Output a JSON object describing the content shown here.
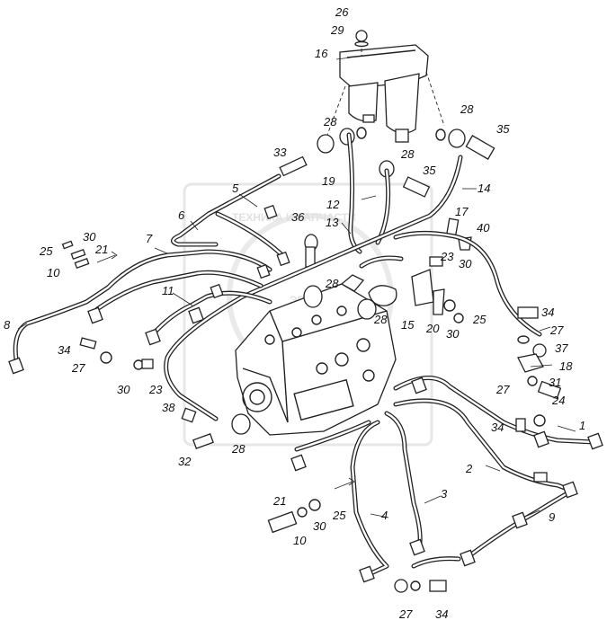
{
  "diagram": {
    "callouts": [
      {
        "id": "c26a",
        "text": "26"
      },
      {
        "id": "c29a",
        "text": "29"
      },
      {
        "id": "c16a",
        "text": "16"
      },
      {
        "id": "c28a",
        "text": "28"
      },
      {
        "id": "c28b",
        "text": "28"
      },
      {
        "id": "c35a",
        "text": "35"
      },
      {
        "id": "c33a",
        "text": "33"
      },
      {
        "id": "c28c",
        "text": "28"
      },
      {
        "id": "c19a",
        "text": "19"
      },
      {
        "id": "c35b",
        "text": "35"
      },
      {
        "id": "c5a",
        "text": "5"
      },
      {
        "id": "c12a",
        "text": "12"
      },
      {
        "id": "c14a",
        "text": "14"
      },
      {
        "id": "c6a",
        "text": "6"
      },
      {
        "id": "c36a",
        "text": "36"
      },
      {
        "id": "c13a",
        "text": "13"
      },
      {
        "id": "c17a",
        "text": "17"
      },
      {
        "id": "c40a",
        "text": "40"
      },
      {
        "id": "c30a",
        "text": "30"
      },
      {
        "id": "c7a",
        "text": "7"
      },
      {
        "id": "c25a",
        "text": "25"
      },
      {
        "id": "c21a",
        "text": "21"
      },
      {
        "id": "c10a",
        "text": "10"
      },
      {
        "id": "c23a",
        "text": "23"
      },
      {
        "id": "c30b",
        "text": "30"
      },
      {
        "id": "c11a",
        "text": "11"
      },
      {
        "id": "c28d",
        "text": "28"
      },
      {
        "id": "c28e",
        "text": "28"
      },
      {
        "id": "c15a",
        "text": "15"
      },
      {
        "id": "c20a",
        "text": "20"
      },
      {
        "id": "c30c",
        "text": "30"
      },
      {
        "id": "c25b",
        "text": "25"
      },
      {
        "id": "c34a",
        "text": "34"
      },
      {
        "id": "c27a",
        "text": "27"
      },
      {
        "id": "c8a",
        "text": "8"
      },
      {
        "id": "c37a",
        "text": "37"
      },
      {
        "id": "c18a",
        "text": "18"
      },
      {
        "id": "c34b",
        "text": "34"
      },
      {
        "id": "c27b",
        "text": "27"
      },
      {
        "id": "c30d",
        "text": "30"
      },
      {
        "id": "c23b",
        "text": "23"
      },
      {
        "id": "c31a",
        "text": "31"
      },
      {
        "id": "c27c",
        "text": "27"
      },
      {
        "id": "c24a",
        "text": "24"
      },
      {
        "id": "c38a",
        "text": "38"
      },
      {
        "id": "c1a",
        "text": "1"
      },
      {
        "id": "c34c",
        "text": "34"
      },
      {
        "id": "c32a",
        "text": "32"
      },
      {
        "id": "c28f",
        "text": "28"
      },
      {
        "id": "c2a",
        "text": "2"
      },
      {
        "id": "c3a",
        "text": "3"
      },
      {
        "id": "c9a",
        "text": "9"
      },
      {
        "id": "c21b",
        "text": "21"
      },
      {
        "id": "c4a",
        "text": "4"
      },
      {
        "id": "c25c",
        "text": "25"
      },
      {
        "id": "c30e",
        "text": "30"
      },
      {
        "id": "c10b",
        "text": "10"
      },
      {
        "id": "c27d",
        "text": "27"
      },
      {
        "id": "c34d",
        "text": "34"
      }
    ],
    "watermark": {
      "line1": "ТЕХНИКА И ЗАПЧАСТИ",
      "line2": "ЭПД"
    }
  }
}
